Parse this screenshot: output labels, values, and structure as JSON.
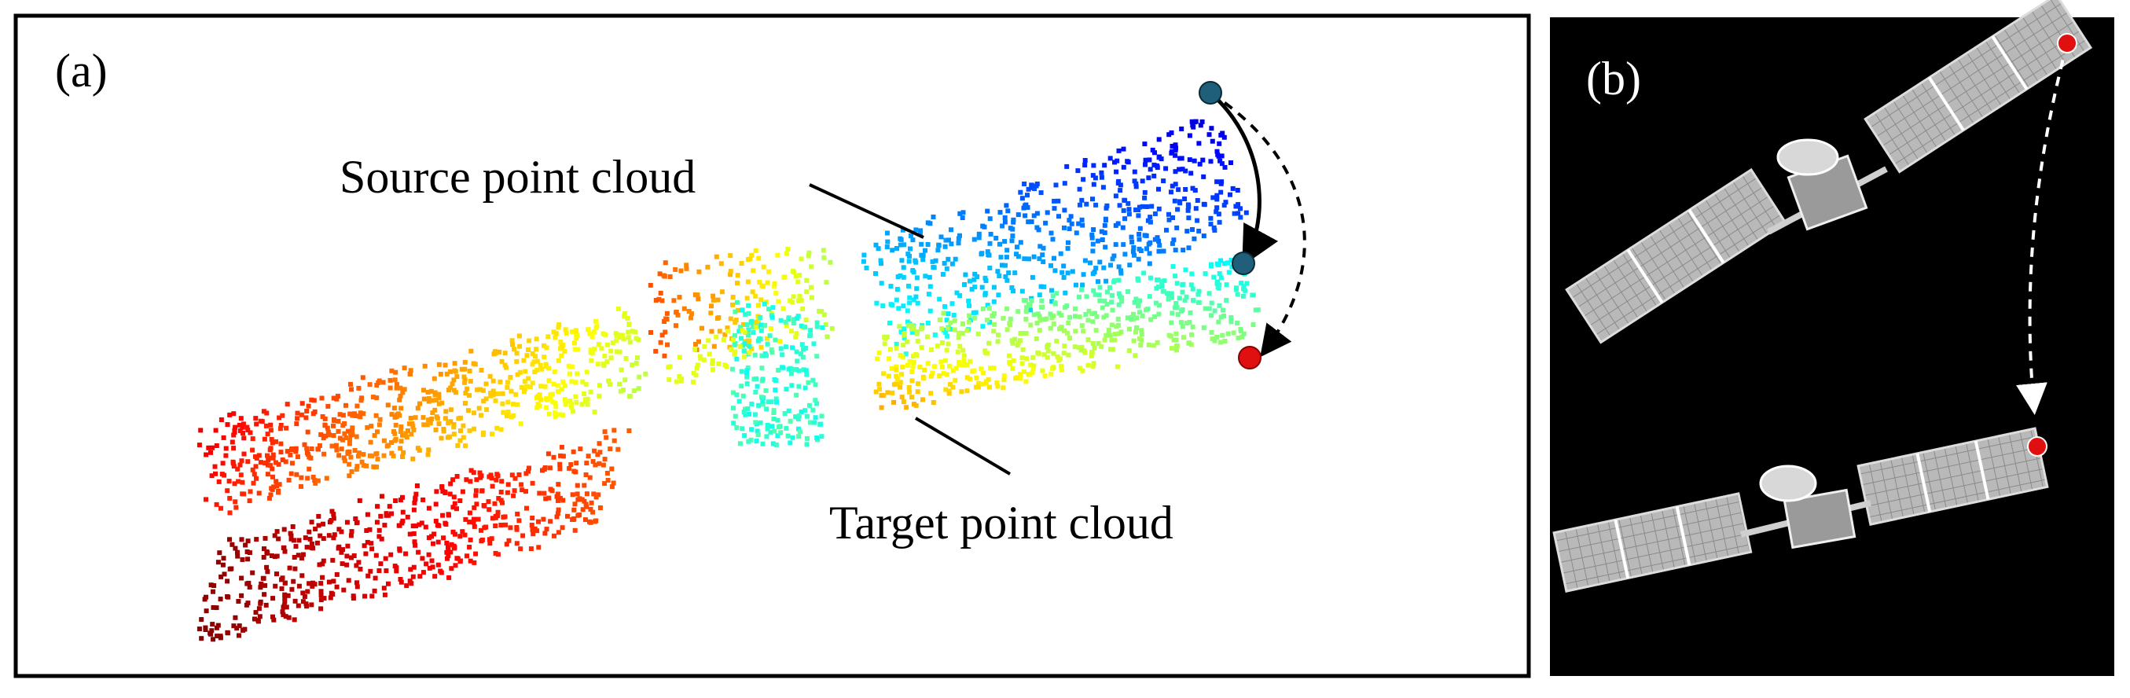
{
  "panel_a": {
    "label": "(a)",
    "source_label": "Source point cloud",
    "target_label": "Target point cloud",
    "colors": {
      "frame": "#000000",
      "background": "#ffffff",
      "correspondence_point": "#1f5f7a",
      "target_point": "#e01010",
      "arrow": "#000000"
    }
  },
  "panel_b": {
    "label": "(b)",
    "colors": {
      "background": "#000000",
      "marker": "#e01010",
      "arrow": "#ffffff",
      "solar_panel": "#bdbdbd"
    }
  }
}
